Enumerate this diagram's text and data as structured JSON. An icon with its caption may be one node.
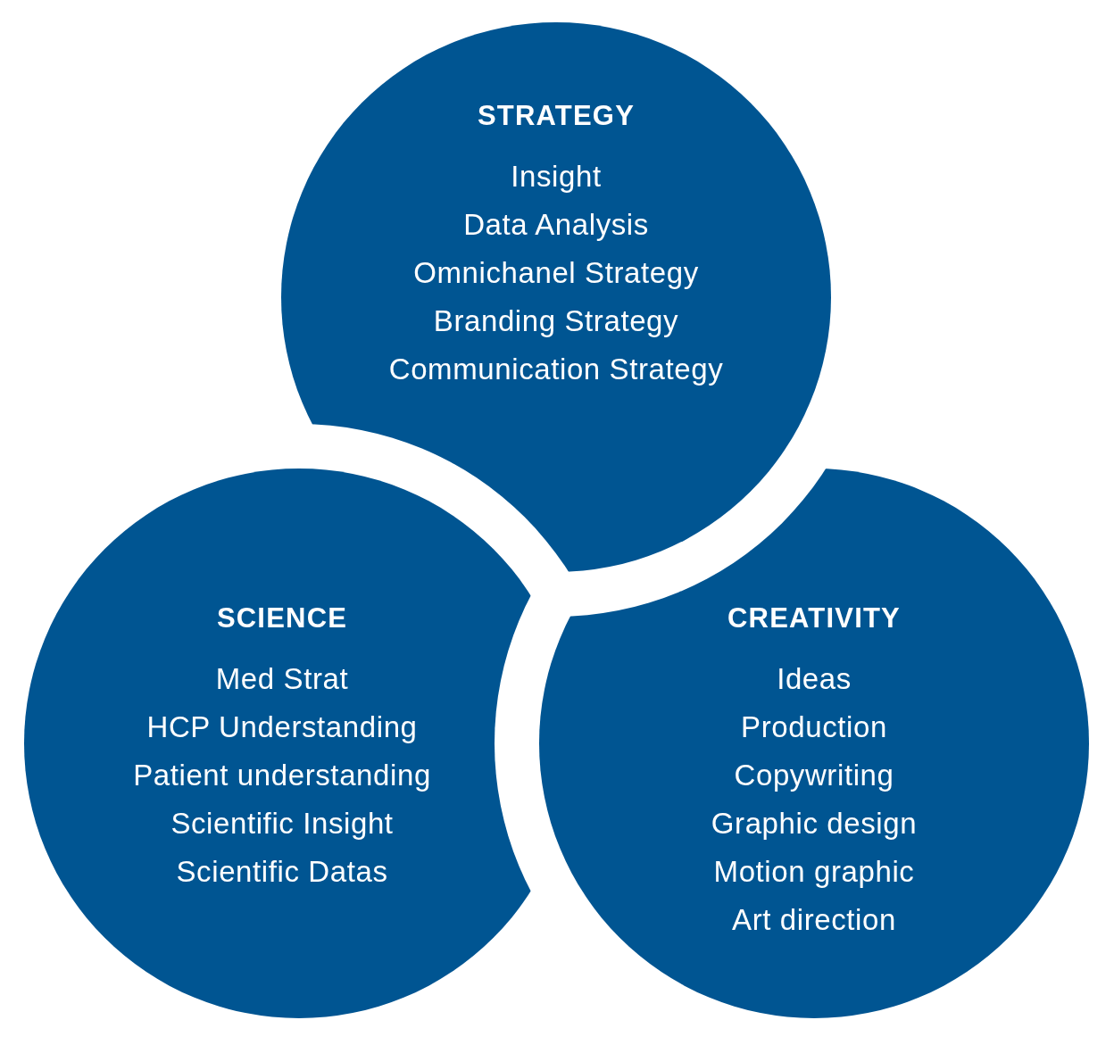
{
  "diagram": {
    "nodes": [
      {
        "text": [
          "STRATEGY",
          "Insight",
          "Data Analysis",
          "Omnichanel Strategy",
          "Branding Strategy",
          "Communication Strategy"
        ]
      },
      {
        "text": [
          "SCIENCE",
          "Med Strat",
          "HCP Understanding",
          "Patient understanding",
          "Scientific Insight",
          "Scientific Datas"
        ]
      },
      {
        "text": [
          "CREATIVITY",
          "Ideas",
          "Production",
          "Copywriting",
          "Graphic design",
          "Motion graphic",
          "Art direction"
        ]
      }
    ]
  }
}
